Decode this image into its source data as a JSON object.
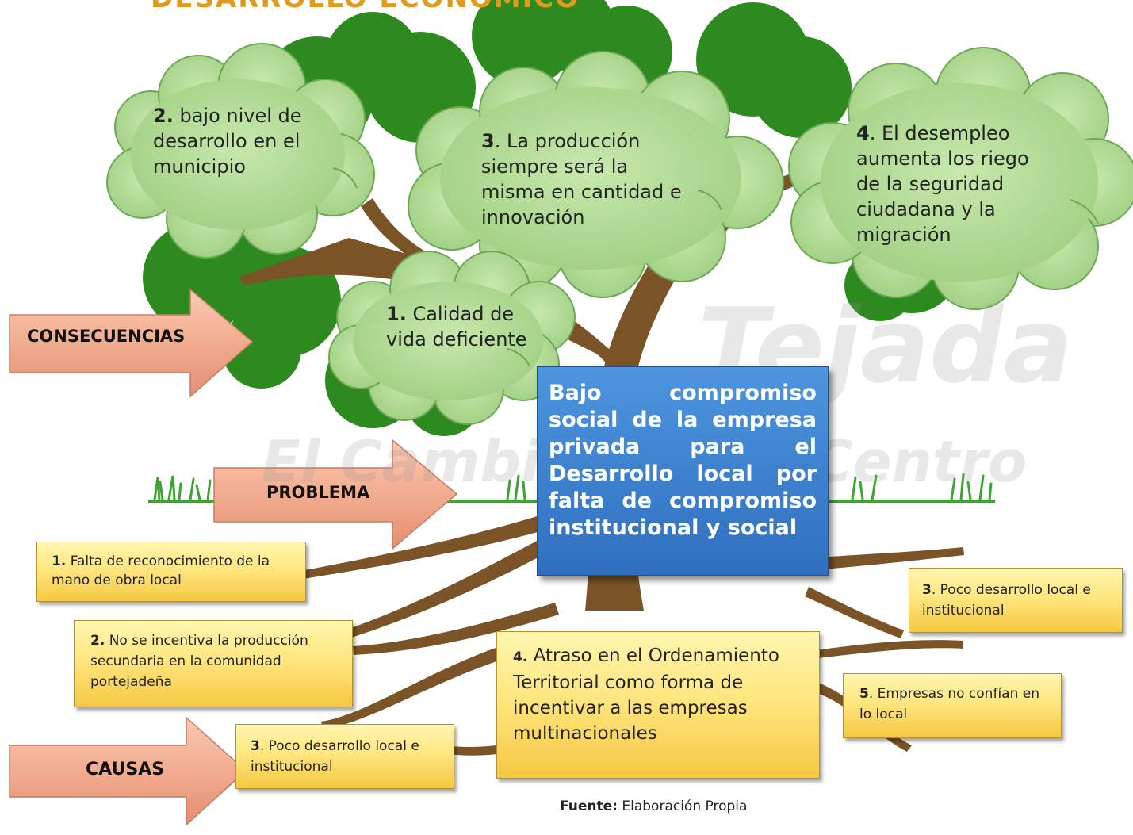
{
  "title": "DESARROLLO ECONÓMICO",
  "watermark": {
    "name": "Tejada",
    "slogan": "El Cambio es del Centro"
  },
  "colors": {
    "canopy": "#2d8a1f",
    "cloud": "#b5dc98",
    "trunk": "#7a5426",
    "arrow": "#f0a98c",
    "problem_box": "#3c7fd0",
    "cause_box": "#ffe27a",
    "title": "#e09a1e"
  },
  "arrows": {
    "consequences": "CONSECUENCIAS",
    "problem": "PROBLEMA",
    "causes": "CAUSAS"
  },
  "consequences": [
    {
      "num": "1.",
      "text": "Calidad de vida deficiente"
    },
    {
      "num": "2.",
      "text": "bajo nivel de desarrollo en el municipio"
    },
    {
      "num": "3",
      "text": ". La producción siempre será la misma en cantidad e innovación"
    },
    {
      "num": "4",
      "text": ". El desempleo aumenta los riego de la seguridad ciudadana y la migración"
    }
  ],
  "problem": "Bajo compromiso social de la empresa privada para el Desarrollo local por falta de compromiso institucional y social",
  "causes": [
    {
      "num": "1.",
      "text": "Falta de reconocimiento de la mano de obra local"
    },
    {
      "num": "2.",
      "text": "No se incentiva la producción secundaria en la comunidad portejadeña"
    },
    {
      "num": "3",
      "text": ". Poco desarrollo local e institucional"
    },
    {
      "num": "4.",
      "text": "Atraso en el Ordenamiento Territorial como forma de incentivar a las empresas multinacionales"
    },
    {
      "num": "3",
      "text": ". Poco desarrollo local e institucional"
    },
    {
      "num": "5",
      "text": ". Empresas no confían en lo local"
    }
  ],
  "source": {
    "label": "Fuente:",
    "text": "Elaboración Propia"
  }
}
